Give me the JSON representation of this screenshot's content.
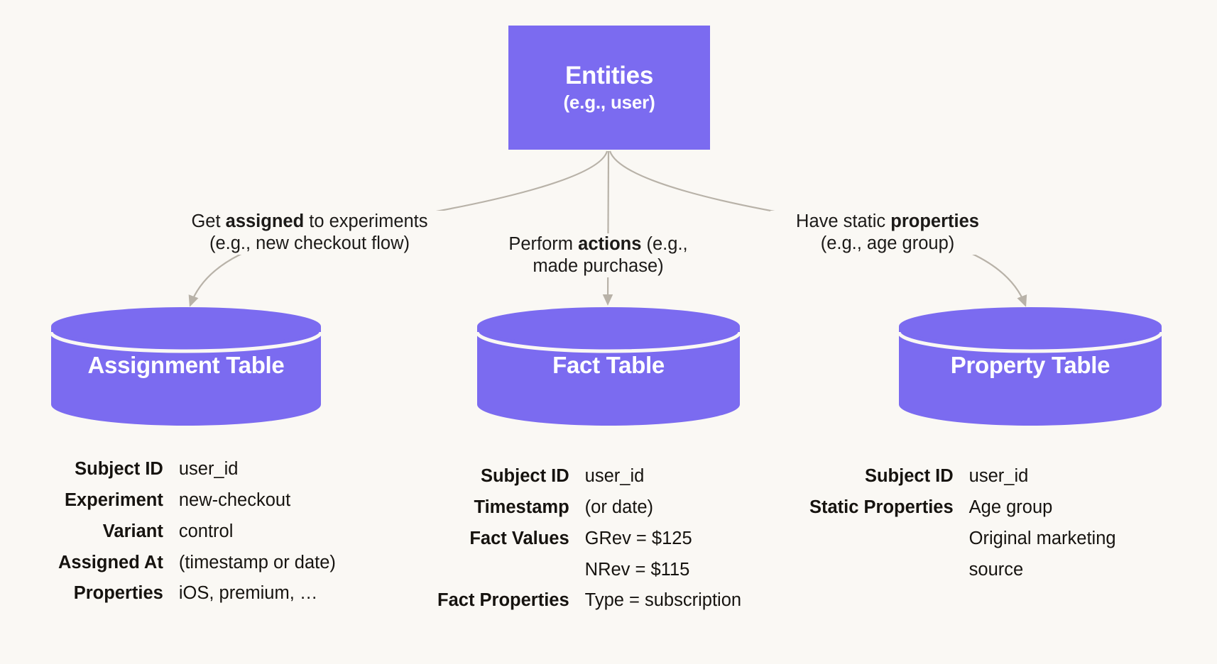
{
  "theme": {
    "background": "#FAF8F4",
    "accent_purple": "#7B6BF0",
    "arrow_gray": "#B8B2A8",
    "text_dark": "#16130F",
    "text_on_accent": "#FFFFFF"
  },
  "root": {
    "title": "Entities",
    "subtitle": "(e.g., user)"
  },
  "edges": [
    {
      "name": "assignment",
      "line1_pre": "Get ",
      "line1_bold": "assigned",
      "line1_post": " to experiments",
      "line2": "(e.g., new checkout flow)"
    },
    {
      "name": "fact",
      "line1_pre": "Perform ",
      "line1_bold": "actions",
      "line1_post": " (e.g.,",
      "line2": "made purchase)"
    },
    {
      "name": "property",
      "line1_pre": "Have static ",
      "line1_bold": "properties",
      "line1_post": "",
      "line2": "(e.g., age group)"
    }
  ],
  "tables": [
    {
      "id": "assignment",
      "name": "Assignment Table",
      "fields": [
        {
          "key": "Subject ID",
          "value": "user_id"
        },
        {
          "key": "Experiment",
          "value": "new-checkout"
        },
        {
          "key": "Variant",
          "value": "control"
        },
        {
          "key": "Assigned At",
          "value": "(timestamp or date)"
        },
        {
          "key": "Properties",
          "value": "iOS, premium, …"
        }
      ]
    },
    {
      "id": "fact",
      "name": "Fact Table",
      "fields": [
        {
          "key": "Subject ID",
          "value": "user_id"
        },
        {
          "key": "Timestamp",
          "value": "(or date)"
        },
        {
          "key": "Fact Values",
          "value": "GRev = $125\nNRev = $115"
        },
        {
          "key": "Fact Properties",
          "value": "Type = subscription"
        }
      ]
    },
    {
      "id": "property",
      "name": "Property Table",
      "fields": [
        {
          "key": "Subject ID",
          "value": "user_id"
        },
        {
          "key": "Static Properties",
          "value": "Age group"
        },
        {
          "key": "",
          "value": "Original marketing source"
        }
      ]
    }
  ]
}
